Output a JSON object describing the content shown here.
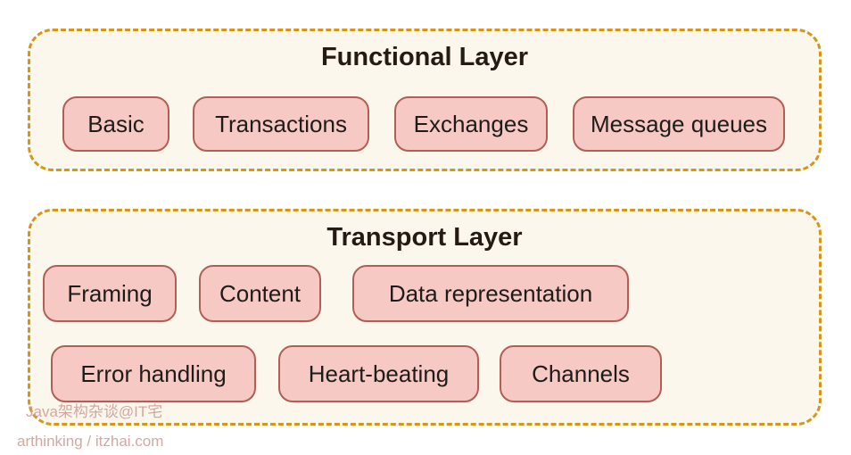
{
  "diagram": {
    "layers": [
      {
        "title": "Functional Layer",
        "items": [
          "Basic",
          "Transactions",
          "Exchanges",
          "Message queues"
        ]
      },
      {
        "title": "Transport Layer",
        "items": [
          "Framing",
          "Content",
          "Data representation",
          "Error handling",
          "Heart-beating",
          "Channels"
        ]
      }
    ]
  },
  "watermark": {
    "line1": "Java架构杂谈@IT宅",
    "line2": "arthinking / itzhai.com"
  },
  "colors": {
    "container_background": "#fcf7ed",
    "container_border": "#d4971c",
    "node_background": "#f7c9c4",
    "node_border": "#b15e55",
    "title_text": "#241b15",
    "node_text": "#1e1c1a",
    "watermark_text": "#cb9a91",
    "page_background": "#ffffff"
  }
}
